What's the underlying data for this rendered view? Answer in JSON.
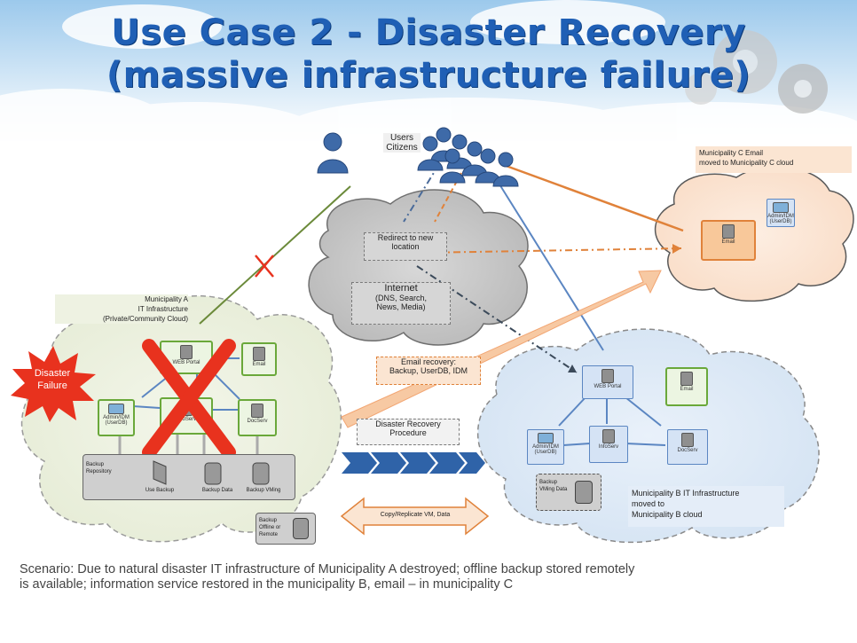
{
  "title": {
    "line1": "Use Case 2 - Disaster Recovery",
    "line2": "(massive infrastructure failure)"
  },
  "users": {
    "label_line1": "Users",
    "label_line2": "Citizens"
  },
  "internet_cloud": {
    "redirect_line1": "Redirect to new",
    "redirect_line2": "location",
    "internet_title": "Internet",
    "internet_line2": "(DNS, Search,",
    "internet_line3": "News, Media)"
  },
  "municipality_a": {
    "line1": "Municipality A",
    "line2": "IT Infrastructure",
    "line3": "(Private/Community Cloud)",
    "disaster_line1": "Disaster",
    "disaster_line2": "Failure",
    "services": {
      "web_portal": "WEB Portal",
      "email": "Email",
      "admin_idm": "Admin/IDM (UserDB)",
      "infoserv": "InfoServ",
      "docserv": "DocServ"
    },
    "backup": {
      "repository": "Backup Repository",
      "use_backup": "Use Backup",
      "backup_data": "Backup Data",
      "backup_vming": "Backup VMing"
    },
    "offline_backup": "Backup Offline or Remote"
  },
  "municipality_b": {
    "label_line1": "Municipality B IT Infrastructure",
    "label_line2": "moved to",
    "label_line3": "Municipality B cloud",
    "services": {
      "web_portal": "WEB Portal",
      "email": "Email",
      "admin_idm": "Admin/IDM (UserDB)",
      "infoserv": "InfoServ",
      "docserv": "DocServ"
    },
    "backup": "Backup VMing Data"
  },
  "municipality_c": {
    "label_line1": "Municipality C Email",
    "label_line2": "moved to  Municipality C cloud",
    "email": "Email",
    "admin_idm": "Admin/IDM (UserDB)"
  },
  "email_recovery": {
    "line1": "Email recovery:",
    "line2": "Backup, UserDB, IDM"
  },
  "dr_procedure": {
    "line1": "Disaster Recovery",
    "line2": "Procedure"
  },
  "copy_replicate": "Copy/Replicate  VM, Data",
  "scenario": {
    "line1": "Scenario: Due to natural disaster IT infrastructure of Municipality A destroyed; offline backup stored remotely",
    "line2": "is available; information service restored in the municipality B, email – in municipality C"
  },
  "colors": {
    "title_blue": "#1f5fb5",
    "disaster_red": "#e8321e",
    "cloud_a_green": "#eef3e2",
    "cloud_b_blue": "#dde9f6",
    "cloud_c_orange": "#fbe5d2",
    "arrow_orange": "#f7c9a3",
    "chevron_blue": "#2f63a8"
  }
}
